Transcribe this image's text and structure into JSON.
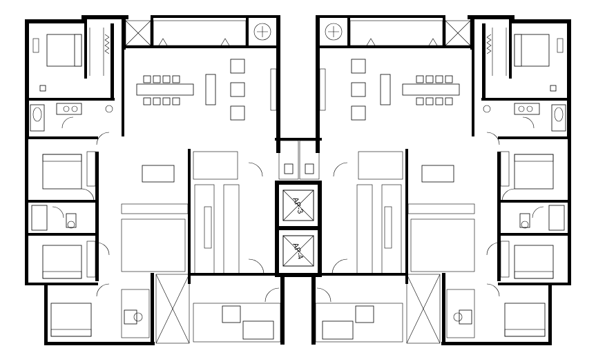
{
  "lifts": [
    {
      "id": "lift-3",
      "label": "AP-3"
    },
    {
      "id": "lift-4",
      "label": "AP-4"
    }
  ]
}
